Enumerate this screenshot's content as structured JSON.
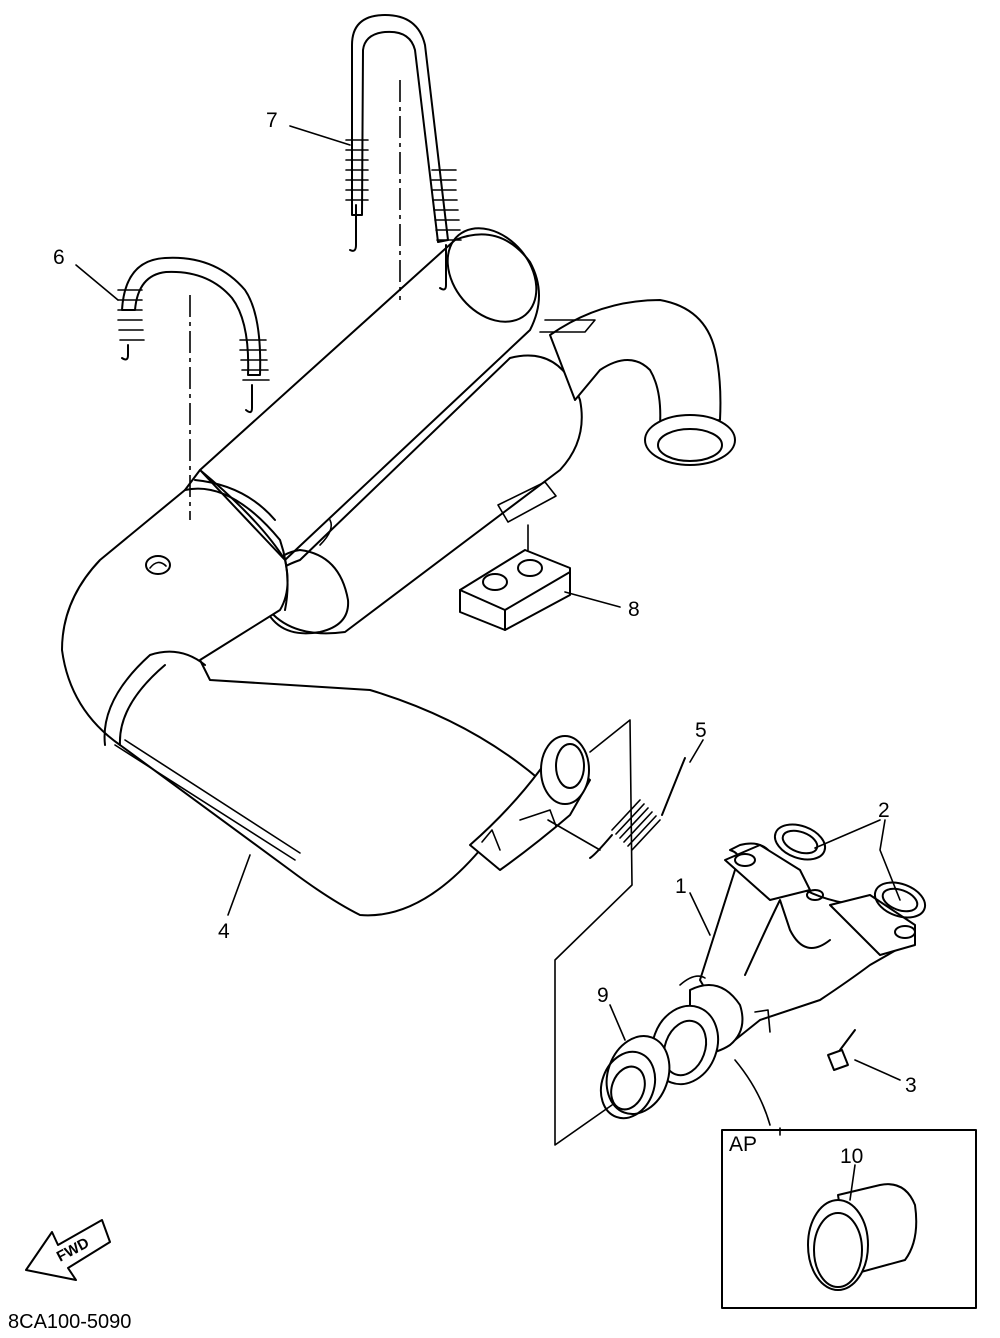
{
  "diagram": {
    "callouts": [
      {
        "id": "1",
        "label": "1"
      },
      {
        "id": "2",
        "label": "2"
      },
      {
        "id": "3",
        "label": "3"
      },
      {
        "id": "4",
        "label": "4"
      },
      {
        "id": "5",
        "label": "5"
      },
      {
        "id": "6",
        "label": "6"
      },
      {
        "id": "7",
        "label": "7"
      },
      {
        "id": "8",
        "label": "8"
      },
      {
        "id": "9",
        "label": "9"
      },
      {
        "id": "10",
        "label": "10"
      }
    ],
    "inset_label": "AP",
    "direction_label": "FWD",
    "part_code": "8CA100-5090"
  }
}
